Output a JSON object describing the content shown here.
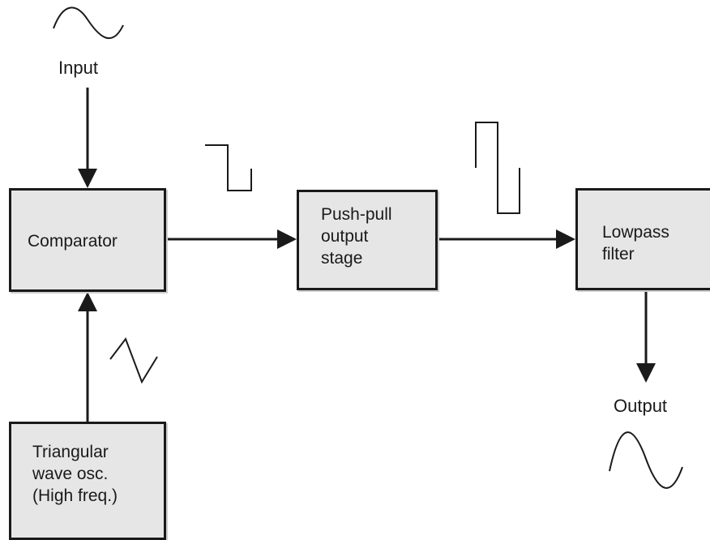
{
  "labels": {
    "input": "Input",
    "output": "Output"
  },
  "blocks": {
    "comparator": "Comparator",
    "push_pull": "Push-pull\noutput\nstage",
    "lowpass": "Lowpass\nfilter",
    "oscillator": "Triangular\nwave osc.\n(High freq.)"
  },
  "colors": {
    "block_fill": "#e6e6e6",
    "stroke": "#1a1a1a"
  },
  "icons": {
    "input_waveform": "sine-wave-icon",
    "oscillator_waveform": "triangle-wave-icon",
    "comparator_output_waveform": "square-wave-icon",
    "amplified_waveform": "square-wave-icon",
    "output_waveform": "sine-wave-icon"
  }
}
